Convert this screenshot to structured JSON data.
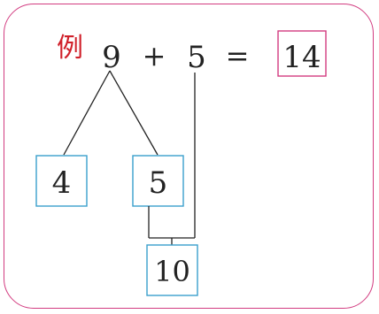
{
  "example_label": "例",
  "equation": {
    "left": "9",
    "plus": "+",
    "right": "5",
    "equals": "=",
    "result": "14"
  },
  "decomposition": {
    "part_a": "4",
    "part_b": "5",
    "ten": "10"
  },
  "colors": {
    "border": "#d23c80",
    "example": "#d0202a",
    "result_box": "#d23c80",
    "blue_box": "#3aa0cc",
    "line": "#222222"
  }
}
